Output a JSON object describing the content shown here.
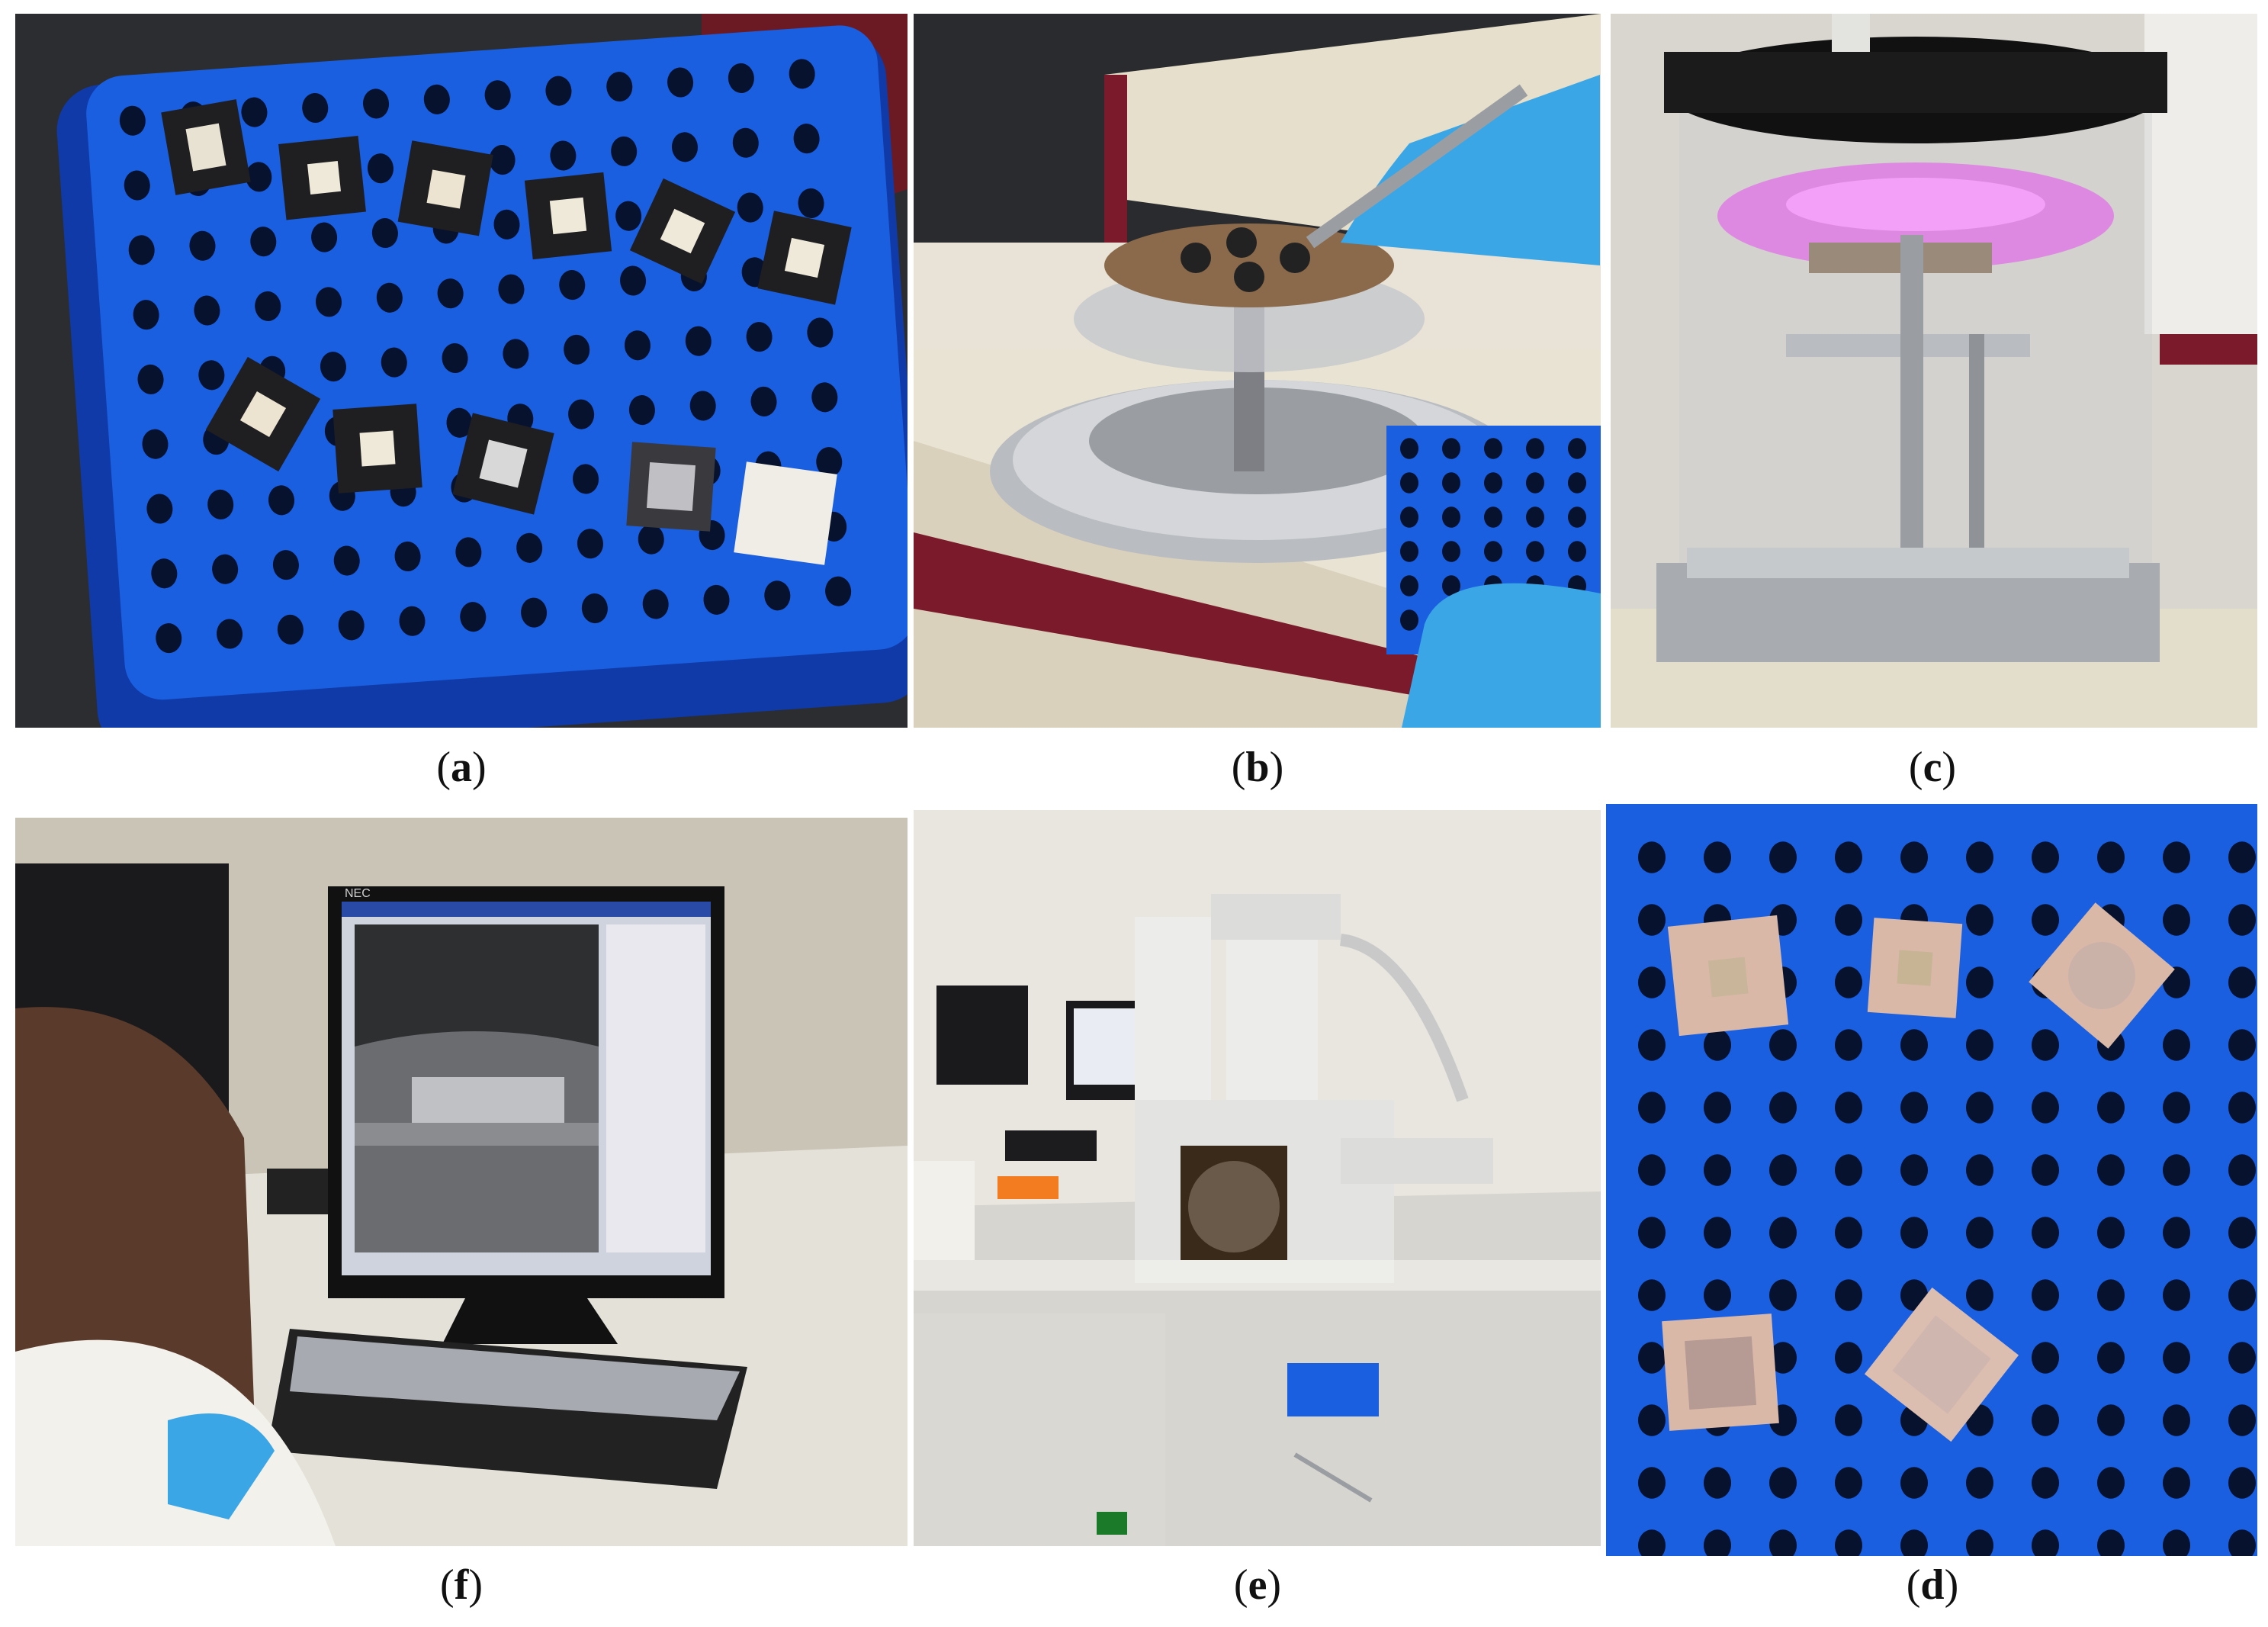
{
  "figure": {
    "panels": [
      {
        "id": "a",
        "caption_open": "(",
        "caption_letter": "a",
        "caption_close": ")",
        "subject": "blue-rack-with-mounted-samples"
      },
      {
        "id": "b",
        "caption_open": "(",
        "caption_letter": "b",
        "caption_close": ")",
        "subject": "gloved-hand-loading-sputter-coater-stage"
      },
      {
        "id": "c",
        "caption_open": "(",
        "caption_letter": "c",
        "caption_close": ")",
        "subject": "sputter-coater-chamber-with-pink-plasma"
      },
      {
        "id": "d",
        "caption_open": "(",
        "caption_letter": "d",
        "caption_close": ")",
        "subject": "coated-samples-on-blue-rack"
      },
      {
        "id": "e",
        "caption_open": "(",
        "caption_letter": "e",
        "caption_close": ")",
        "subject": "scanning-electron-microscope-chamber"
      },
      {
        "id": "f",
        "caption_open": "(",
        "caption_letter": "f",
        "caption_close": ")",
        "subject": "operator-at-sem-monitor"
      }
    ]
  },
  "monitor": {
    "brand": "NEC"
  },
  "colors": {
    "rack_blue": "#1a5fe0",
    "glove_blue": "#3aa6e6",
    "plasma_pink": "#e84cf0",
    "instrument_maroon": "#7a1a2a",
    "sample_tan": "#d9b8a8"
  }
}
